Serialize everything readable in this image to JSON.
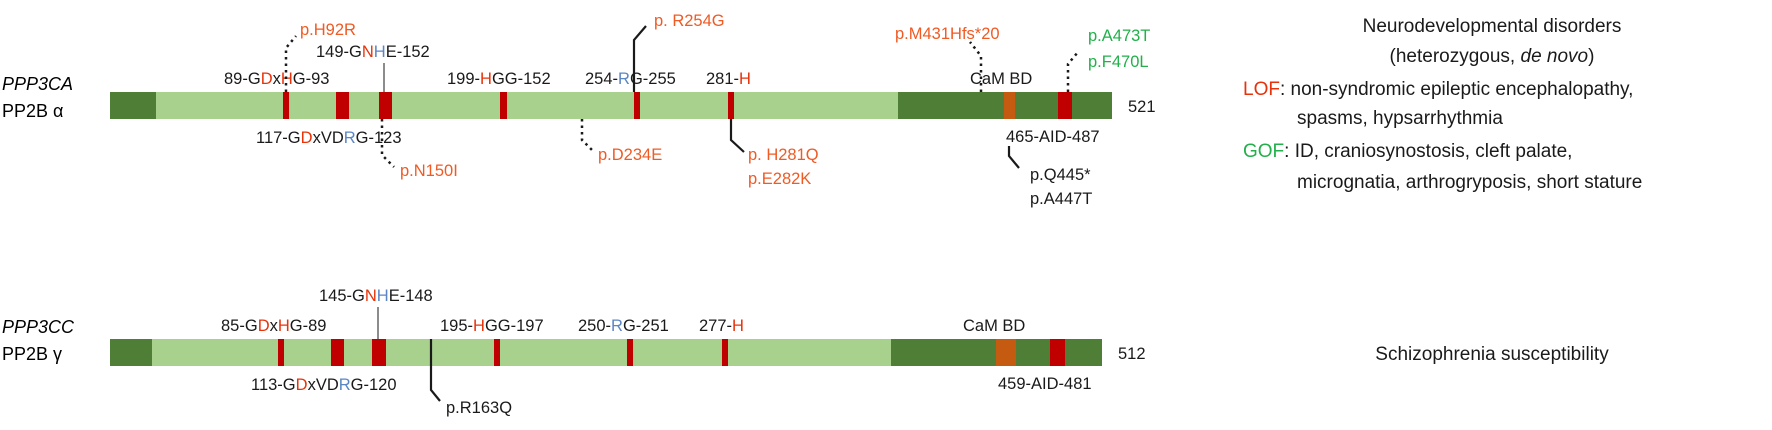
{
  "colors": {
    "dark_green": "#4f7f37",
    "light_green": "#a9d18e",
    "motif_red": "#c00000",
    "cam_orange": "#c55a11",
    "variant_red": "#e8320a",
    "variant_orange": "#f05a23",
    "residue_blue": "#5b86c5",
    "gof_green": "#22b04a"
  },
  "top": {
    "gene": "PPP3CA",
    "protein": "PP2B α",
    "length": "521",
    "motif_labels": [
      {
        "pre": "89-G",
        "red1": "D",
        "mid": "x",
        "red2": "H",
        "post": "G-93"
      },
      {
        "pre": "149-G",
        "red1": "N",
        "blue": "H",
        "post": "E-152"
      },
      {
        "pre": "199-",
        "red1": "H",
        "post": "GG-152"
      },
      {
        "pre": "254-",
        "blue": "R",
        "post": "G-255"
      },
      {
        "pre": "281-",
        "red1": "H",
        "post": ""
      },
      {
        "pre": "117-G",
        "red1": "D",
        "mid": "xVD",
        "blue": "R",
        "post": "G-123"
      }
    ],
    "cam_bd": "CaM BD",
    "aid": "465-AID-487",
    "variants": {
      "h92r": "p.H92R",
      "r254g": "p. R254G",
      "m431": "p.M431Hfs*20",
      "a473t": "p.A473T",
      "f470l": "p.F470L",
      "n150i": "p.N150I",
      "d234e": "p.D234E",
      "h281q": "p. H281Q",
      "e282k": "p.E282K",
      "q445": "p.Q445*",
      "a447t": "p.A447T"
    }
  },
  "bottom": {
    "gene": "PPP3CC",
    "protein": "PP2B γ",
    "length": "512",
    "motif_labels": [
      {
        "pre": "145-G",
        "red1": "N",
        "blue": "H",
        "post": "E-148"
      },
      {
        "pre": "85-G",
        "red1": "D",
        "mid": "x",
        "red2": "H",
        "post": "G-89"
      },
      {
        "pre": "195-",
        "red1": "H",
        "post": "GG-197"
      },
      {
        "pre": "250-",
        "blue": "R",
        "post": "G-251"
      },
      {
        "pre": "277-",
        "red1": "H",
        "post": ""
      },
      {
        "pre": "113-G",
        "red1": "D",
        "mid": "xVD",
        "blue": "R",
        "post": "G-120"
      }
    ],
    "cam_bd": "CaM BD",
    "aid": "459-AID-481",
    "variants": {
      "r163q": "p.R163Q"
    }
  },
  "legend": {
    "title": "Neurodevelopmental disorders",
    "subtitle_pre": "(heterozygous, ",
    "subtitle_em": "de novo",
    "subtitle_post": ")",
    "lof_key": "LOF",
    "lof_line1": ": non-syndromic epileptic encephalopathy,",
    "lof_line2": "spasms, hypsarrhythmia",
    "gof_key": "GOF",
    "gof_line1": ": ID, craniosynostosis, cleft palate,",
    "gof_line2": "micrognatia, arthrogryposis, short stature",
    "schizo": "Schizophrenia susceptibility"
  }
}
